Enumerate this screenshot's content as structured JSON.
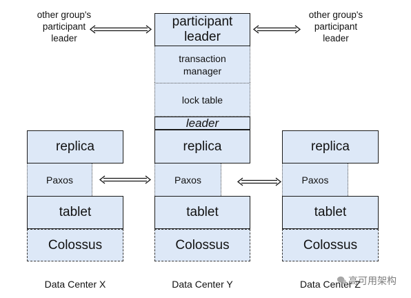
{
  "top": {
    "leader_title": "participant\nleader",
    "left_label": "other group's\nparticipant\nleader",
    "right_label": "other group's\nparticipant\nleader",
    "transaction_manager": "transaction\nmanager",
    "lock_table": "lock table",
    "leader_tag": "leader"
  },
  "columns": [
    {
      "replica": "replica",
      "paxos": "Paxos",
      "tablet": "tablet",
      "storage": "Colossus",
      "datacenter": "Data Center X"
    },
    {
      "replica": "replica",
      "paxos": "Paxos",
      "tablet": "tablet",
      "storage": "Colossus",
      "datacenter": "Data Center Y"
    },
    {
      "replica": "replica",
      "paxos": "Paxos",
      "tablet": "tablet",
      "storage": "Colossus",
      "datacenter": "Data Center Z"
    }
  ],
  "watermark": {
    "text": "高可用架构",
    "icon": "wechat-icon"
  },
  "colors": {
    "box_fill": "#dde8f7",
    "border": "#1a1a1a"
  }
}
